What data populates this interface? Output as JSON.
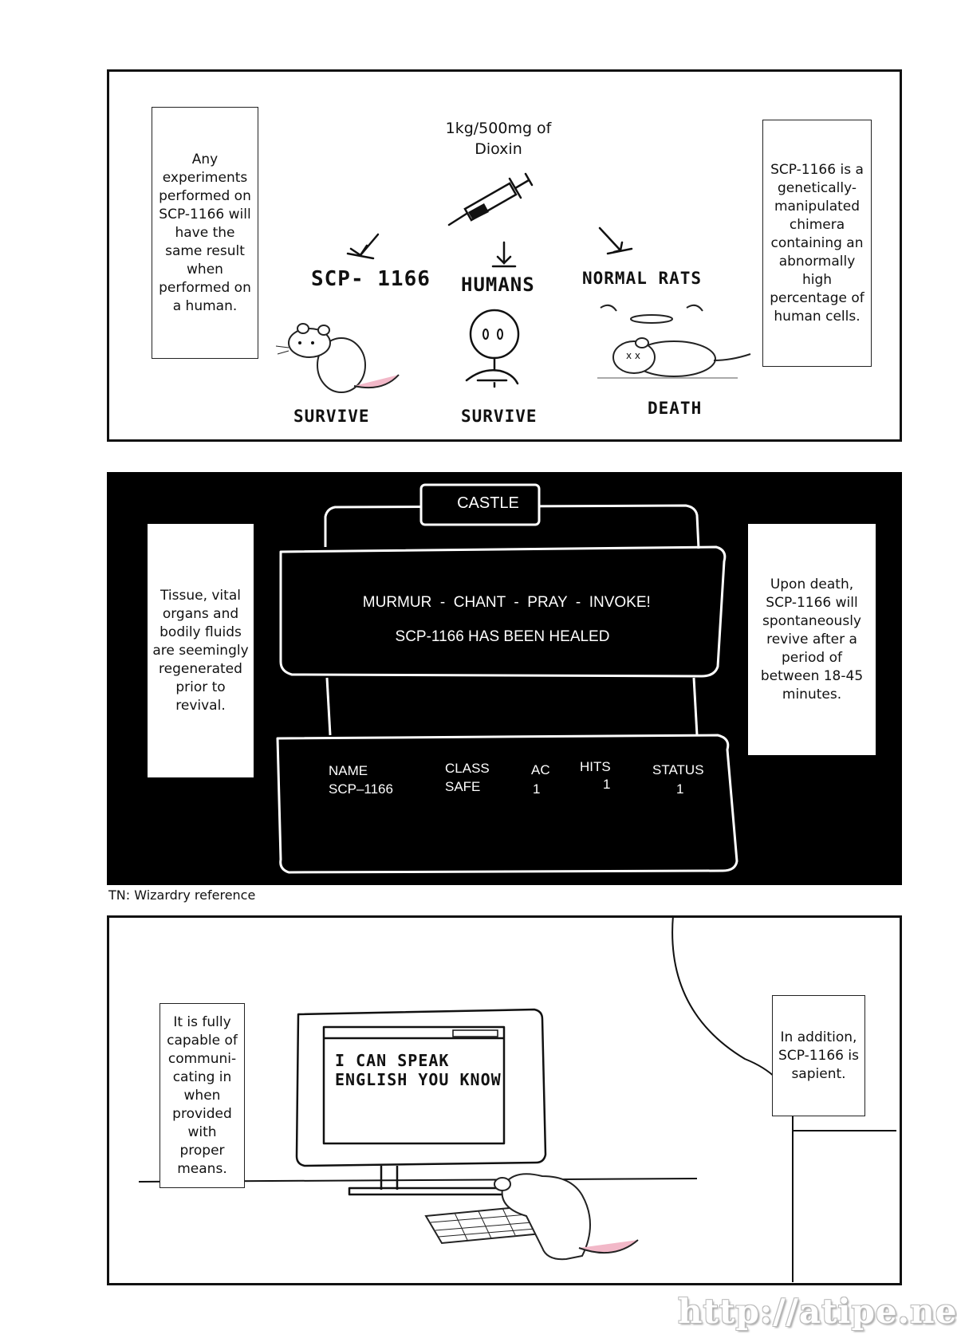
{
  "panel1": {
    "left_note": "Any experiments performed on SCP-1166 will have the same result when performed on a human.",
    "right_note": "SCP-1166 is a genetically-manipulated chimera containing an abnormally high percentage of human cells.",
    "dose": "1kg/500mg of Dioxin",
    "subjects": [
      {
        "label": "SCP- 1166",
        "result": "SURVIVE"
      },
      {
        "label": "HUMANS",
        "result": "SURVIVE"
      },
      {
        "label": "NORMAL RATS",
        "result": "DEATH"
      }
    ]
  },
  "panel2": {
    "left_note": "Tissue, vital organs and bodily fluids are seemingly regenerated prior to revival.",
    "right_note": "Upon death, SCP-1166 will spontaneously revive after a period of between 18-45 minutes.",
    "location": "CASTLE",
    "spell": "MURMUR  -  CHANT  -  PRAY  -  INVOKE!",
    "message": "SCP-1166 HAS BEEN HEALED",
    "table": {
      "headers": [
        "NAME",
        "CLASS",
        "AC",
        "HITS",
        "STATUS"
      ],
      "row": [
        "SCP–1166",
        "SAFE",
        "1",
        "1",
        "1"
      ]
    }
  },
  "translator_note": "TN: Wizardry reference",
  "panel3": {
    "left_note": "It is fully capable of communi-cating in when provided with proper means.",
    "right_note": "In addition, SCP-1166 is sapient.",
    "screen_text": "I CAN SPEAK ENGLISH YOU KNOW"
  },
  "watermark": "http://atipe.net/"
}
